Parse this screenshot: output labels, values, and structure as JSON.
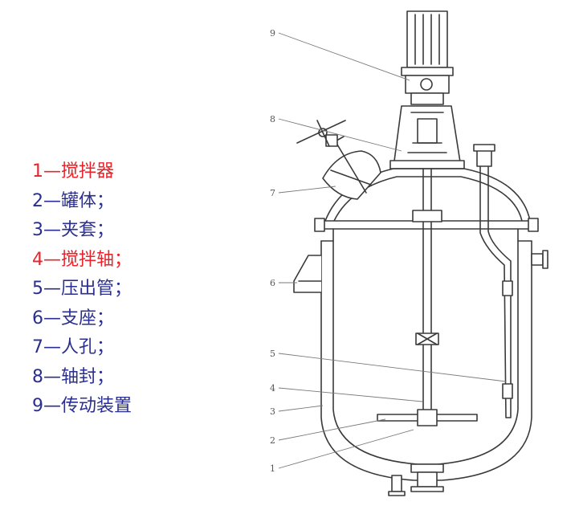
{
  "legend": [
    {
      "text": "1—搅拌器",
      "color": "#e8232a"
    },
    {
      "text": "2—罐体；",
      "color": "#2a2f8f"
    },
    {
      "text": "3—夹套；",
      "color": "#2a2f8f"
    },
    {
      "text": "4—搅拌轴；",
      "color": "#e8232a"
    },
    {
      "text": "5—压出管；",
      "color": "#2a2f8f"
    },
    {
      "text": "6—支座；",
      "color": "#2a2f8f"
    },
    {
      "text": "7—人孔；",
      "color": "#2a2f8f"
    },
    {
      "text": "8—轴封；",
      "color": "#2a2f8f"
    },
    {
      "text": "9—传动装置",
      "color": "#2a2f8f"
    }
  ],
  "callouts": {
    "n1": "1",
    "n2": "2",
    "n3": "3",
    "n4": "4",
    "n5": "5",
    "n6": "6",
    "n7": "7",
    "n8": "8",
    "n9": "9"
  },
  "colors": {
    "line": "#3a3a3a",
    "leader": "#7a7a7a"
  }
}
